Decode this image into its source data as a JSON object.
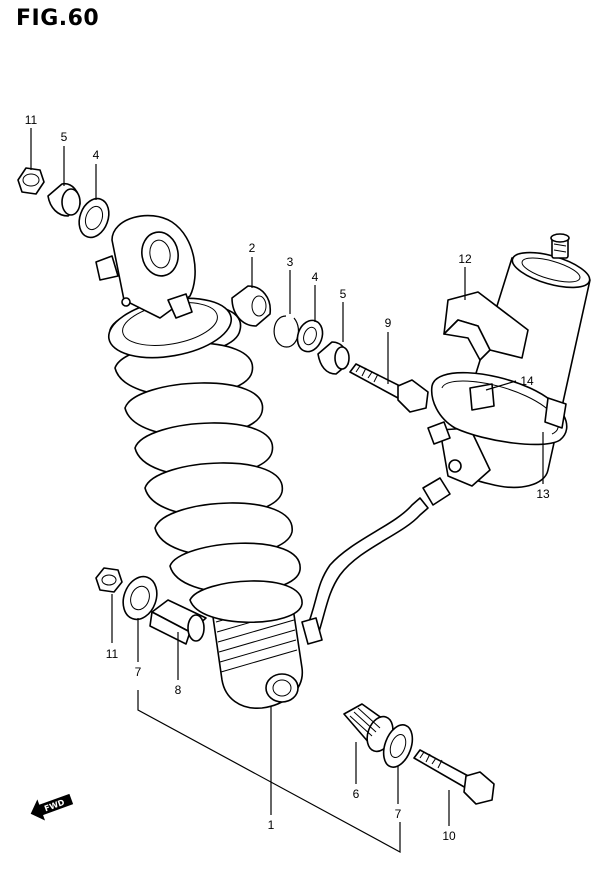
{
  "title": "FIG.60",
  "fwd_label": "FWD",
  "callouts": [
    {
      "id": "c11a",
      "text": "11",
      "part": "nut-upper"
    },
    {
      "id": "c5a",
      "text": "5",
      "part": "collar-upper"
    },
    {
      "id": "c4a",
      "text": "4",
      "part": "washer-upper"
    },
    {
      "id": "c2",
      "text": "2",
      "part": "bushing"
    },
    {
      "id": "c3",
      "text": "3",
      "part": "circlip"
    },
    {
      "id": "c4b",
      "text": "4",
      "part": "washer-middle"
    },
    {
      "id": "c5b",
      "text": "5",
      "part": "collar-middle"
    },
    {
      "id": "c9",
      "text": "9",
      "part": "bolt-upper"
    },
    {
      "id": "c12",
      "text": "12",
      "part": "bracket"
    },
    {
      "id": "c14",
      "text": "14",
      "part": "band-clip"
    },
    {
      "id": "c13",
      "text": "13",
      "part": "clamp-band"
    },
    {
      "id": "c11b",
      "text": "11",
      "part": "nut-lower"
    },
    {
      "id": "c7a",
      "text": "7",
      "part": "washer-lower-left"
    },
    {
      "id": "c8",
      "text": "8",
      "part": "spacer"
    },
    {
      "id": "c1",
      "text": "1",
      "part": "shock-absorber"
    },
    {
      "id": "c6",
      "text": "6",
      "part": "needle-bearing"
    },
    {
      "id": "c7b",
      "text": "7",
      "part": "washer-lower-right"
    },
    {
      "id": "c10",
      "text": "10",
      "part": "bolt-lower"
    }
  ]
}
